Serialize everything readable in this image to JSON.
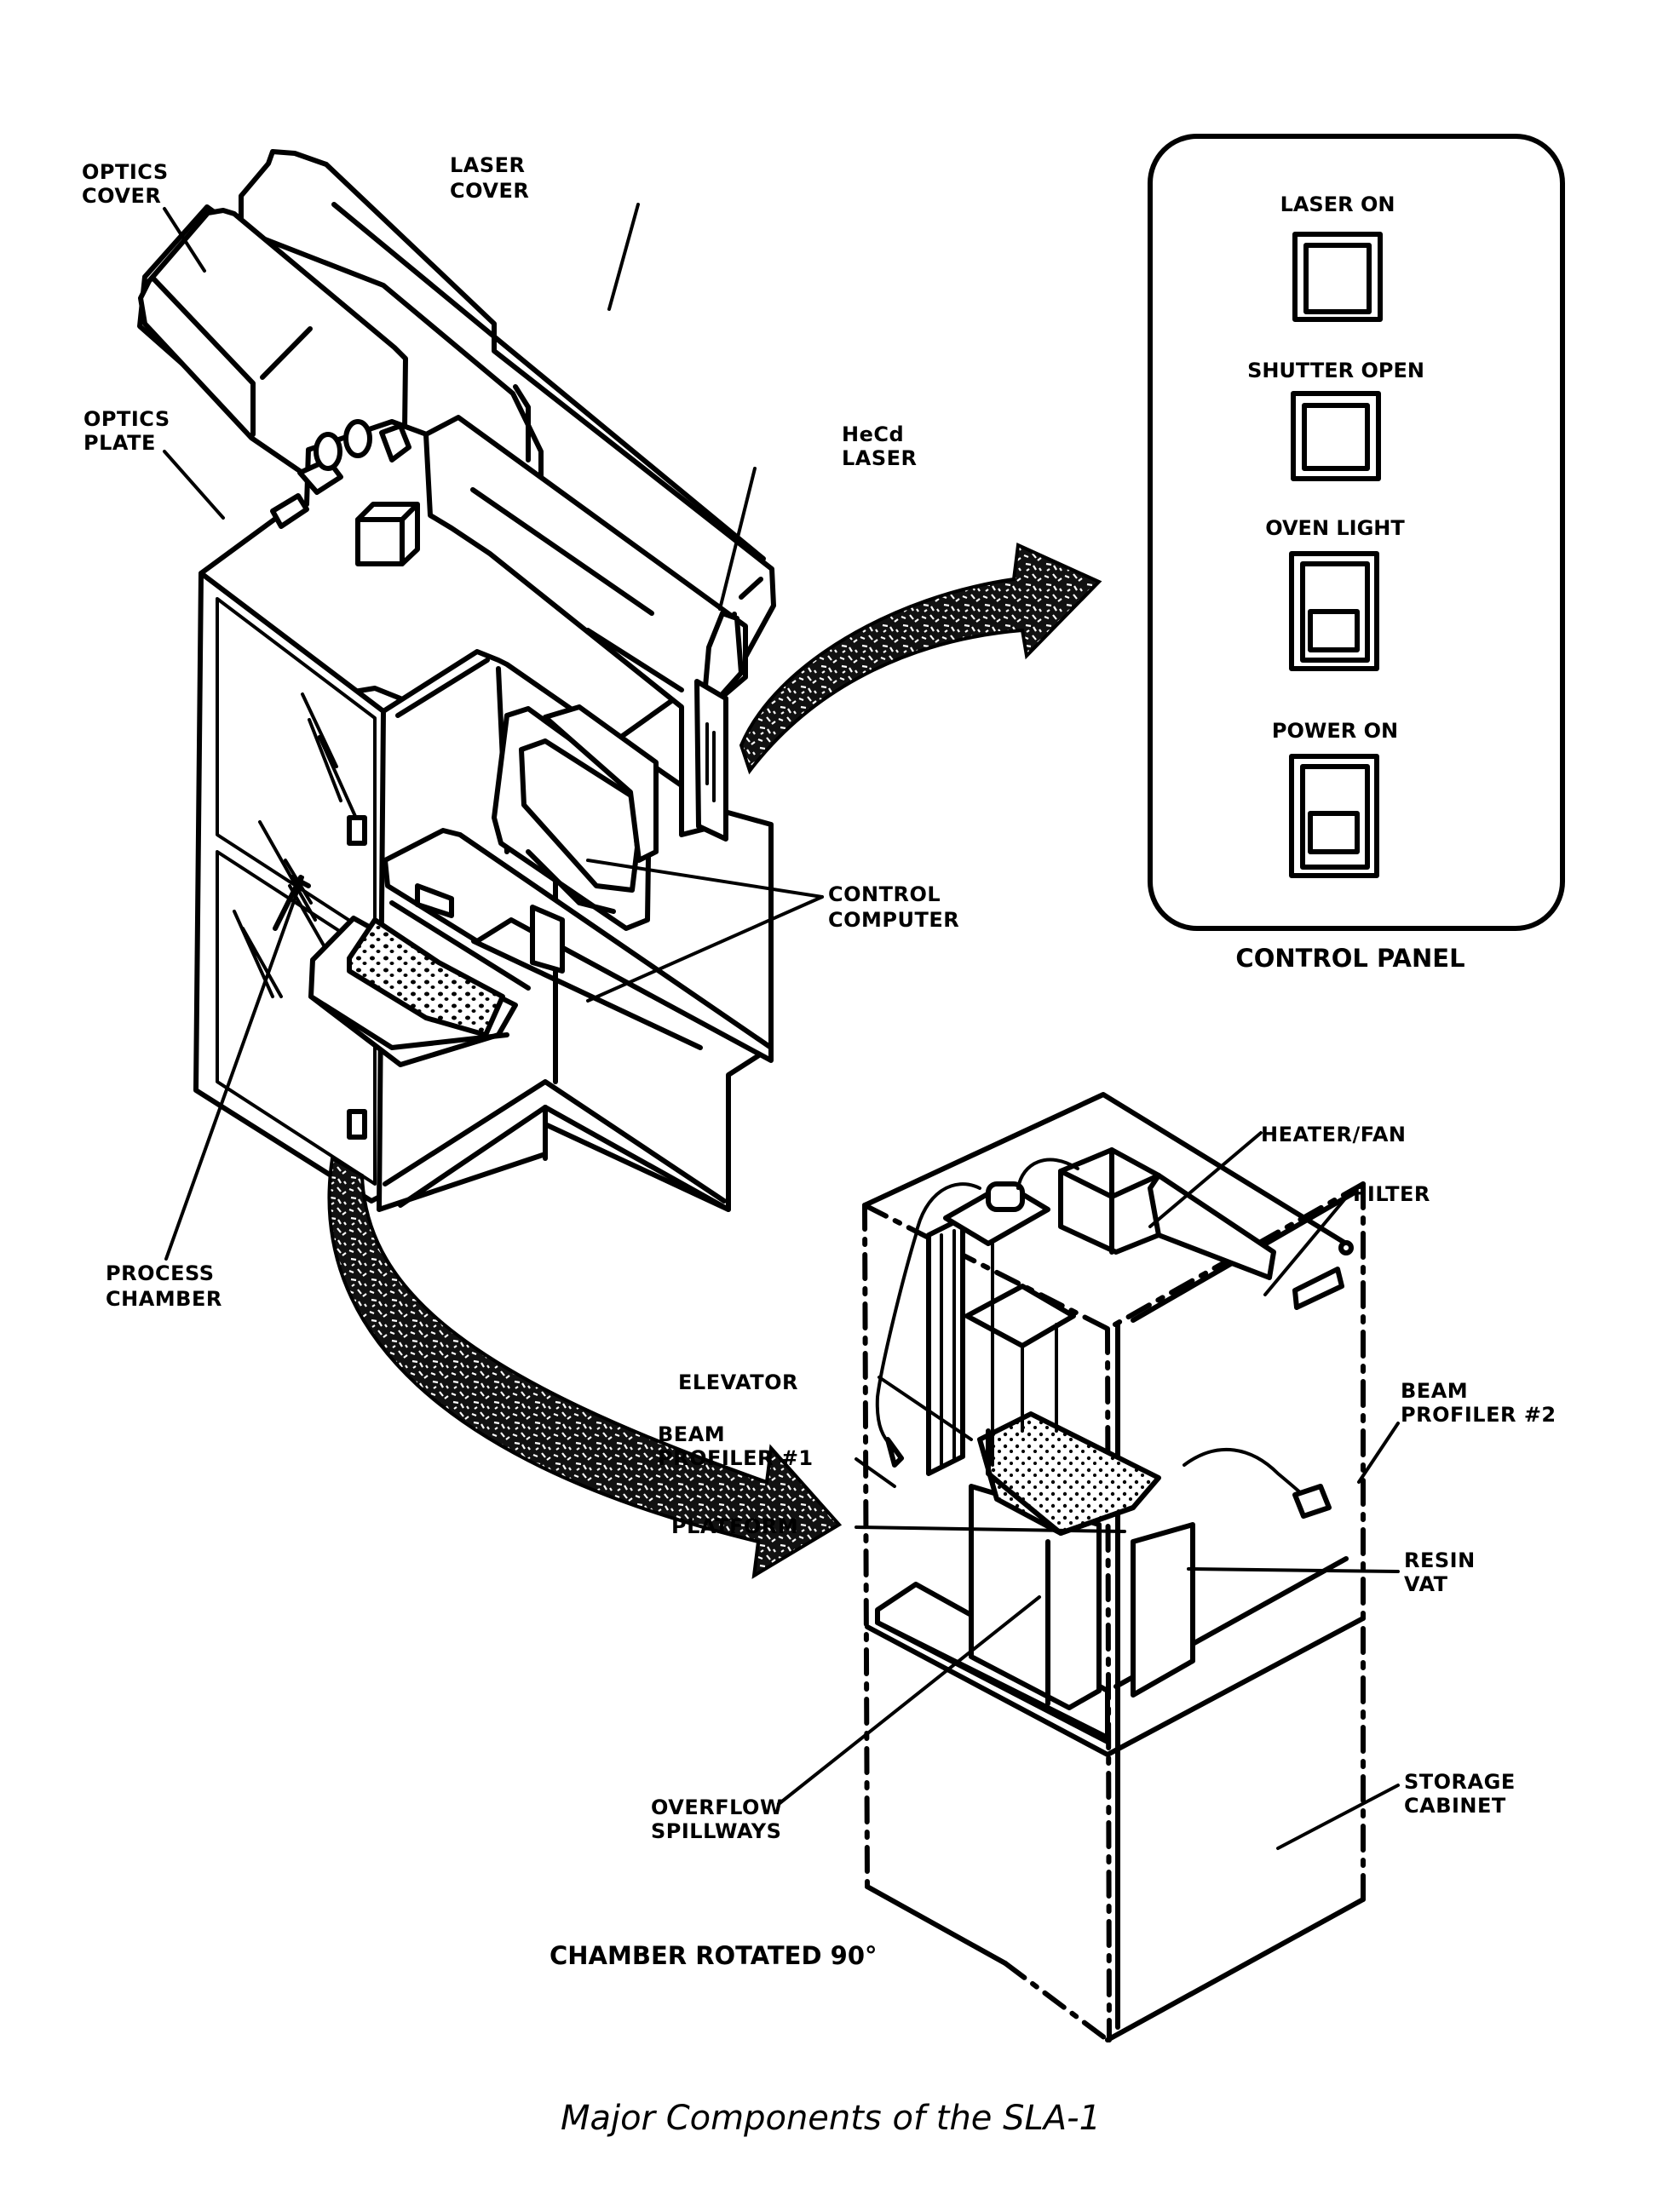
{
  "figure": {
    "caption": "Major Components of the SLA-1",
    "colors": {
      "ink": "#000000",
      "paper": "#ffffff"
    }
  },
  "machine_labels": {
    "optics_cover": [
      "OPTICS",
      "COVER"
    ],
    "laser_cover": [
      "LASER",
      "COVER"
    ],
    "optics_plate": [
      "OPTICS",
      "PLATE"
    ],
    "hecd_laser": [
      "HeCd",
      "LASER"
    ],
    "control_computer": [
      "CONTROL",
      "COMPUTER"
    ],
    "process_chamber": [
      "PROCESS",
      "CHAMBER"
    ]
  },
  "control_panel": {
    "title": "CONTROL PANEL",
    "switches": [
      {
        "label": "LASER ON",
        "style": "square"
      },
      {
        "label": "SHUTTER OPEN",
        "style": "square"
      },
      {
        "label": "OVEN LIGHT",
        "style": "rocker"
      },
      {
        "label": "POWER ON",
        "style": "rocker"
      }
    ]
  },
  "chamber_labels": {
    "heater_fan": "HEATER/FAN",
    "filter": "FILTER",
    "elevator": "ELEVATOR",
    "beam_profiler_1": [
      "BEAM",
      "PROFILER #1"
    ],
    "beam_profiler_2": [
      "BEAM",
      "PROFILER #2"
    ],
    "platform": "PLATFORM",
    "resin_vat": [
      "RESIN",
      "VAT"
    ],
    "storage_cabinet": [
      "STORAGE",
      "CABINET"
    ],
    "overflow_spillways": [
      "OVERFLOW",
      "SPILLWAYS"
    ],
    "chamber_rotated": "CHAMBER ROTATED 90°"
  }
}
